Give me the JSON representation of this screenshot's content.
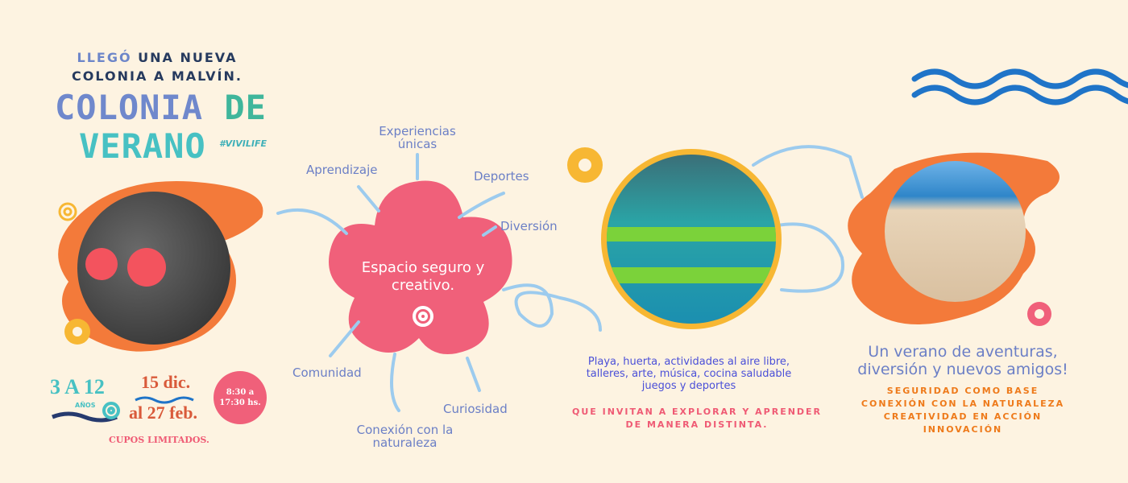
{
  "header": {
    "intro_highlight": "LLEGÓ",
    "intro_rest_1": "UNA NUEVA",
    "intro_line_2": "COLONIA A MALVÍN.",
    "title_part_1": "COLONIA",
    "title_part_2": "DE",
    "title_line_2": "VERANO",
    "hashtag": "#VIVILIFE"
  },
  "info": {
    "age": "3 A 12",
    "age_unit": "AÑOS",
    "date_start": "15 dic.",
    "date_end": "al 27 feb.",
    "hours": "8:30 a 17:30 hs.",
    "limited": "CUPOS LIMITADOS."
  },
  "mindmap": {
    "center": "Espacio seguro y creativo.",
    "items": [
      "Experiencias únicas",
      "Aprendizaje",
      "Deportes",
      "Diversión",
      "Comunidad",
      "Conexión con la naturaleza",
      "Curiosidad"
    ]
  },
  "activities": {
    "description": "Playa, huerta, actividades al aire libre, talleres, arte, música, cocina saludable juegos y deportes",
    "tagline": "QUE INVITAN A EXPLORAR Y APRENDER DE MANERA DISTINTA."
  },
  "closing": {
    "slogan": "Un verano de aventuras, diversión y nuevos amigos!",
    "values": [
      "SEGURIDAD COMO BASE",
      "CONEXIÓN CON LA NATURALEZA",
      "CREATIVIDAD EN ACCIÓN",
      "INNOVACIÓN"
    ]
  },
  "colors": {
    "background": "#fdf3e1",
    "pink": "#f0607a",
    "orange": "#f37a3a",
    "blue": "#6b7fc6",
    "arrow": "#9ccbee",
    "yellow": "#f7b733"
  }
}
